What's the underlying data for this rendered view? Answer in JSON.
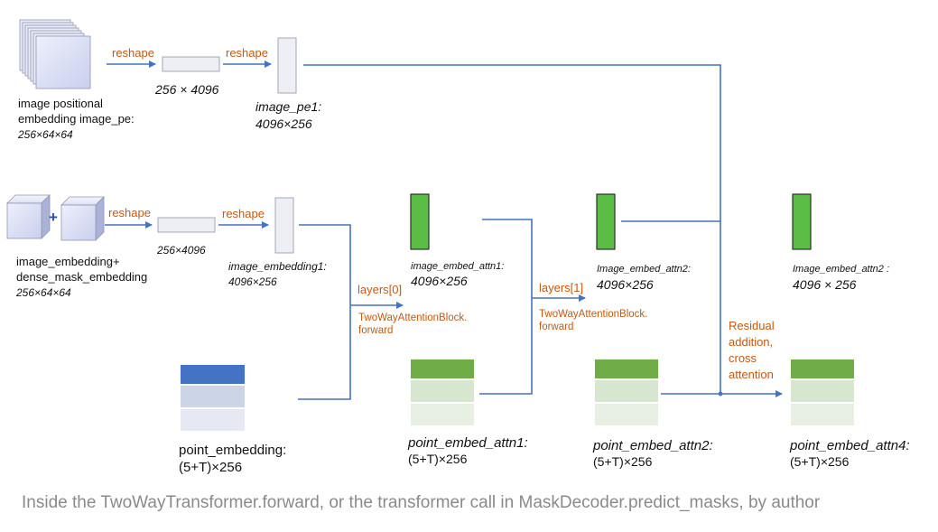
{
  "colors": {
    "connector": "#4472c4",
    "operation_text": "#c55a11",
    "attention_block": "#5bbd45",
    "point_embed_dark_blue": "#4472c4",
    "point_embed_mid_blue": "#ccd5e8",
    "point_embed_light_blue": "#e6e9f3",
    "point_embed_dark_green": "#70ad47",
    "point_embed_mid_green": "#d7e6ce",
    "point_embed_light_green": "#e8efe3",
    "caption_text": "#8a8a8a"
  },
  "top_row": {
    "pe_label_line1": "image positional",
    "pe_label_line2": "embedding  image_pe:",
    "pe_dims": "256×64×64",
    "reshape1": "reshape",
    "flat_dims": "256 × 4096",
    "reshape2": "reshape",
    "pe1_name": "image_pe1:",
    "pe1_dims": "4096×256"
  },
  "mid_row": {
    "embed_label_line1": "image_embedding+",
    "embed_label_line2": "dense_mask_embedding",
    "embed_dims": "256×64×64",
    "plus_icon": "+",
    "reshape1": "reshape",
    "flat_dims": "256×4096",
    "reshape2": "reshape",
    "emb1_name": "image_embedding1:",
    "emb1_dims": "4096×256"
  },
  "layer0": {
    "label": "layers[0]",
    "block_line1": "TwoWayAttentionBlock.",
    "block_line2": "forward"
  },
  "layer1": {
    "label": "layers[1]",
    "block_line1": "TwoWayAttentionBlock.",
    "block_line2": "forward"
  },
  "attn1": {
    "name": "image_embed_attn1:",
    "dims": "4096×256"
  },
  "attn2": {
    "name": "Image_embed_attn2:",
    "dims": "4096×256"
  },
  "attn_final": {
    "name": "Image_embed_attn2 :",
    "dims": "4096 × 256"
  },
  "residual": {
    "line1": "Residual",
    "line2": "addition,",
    "line3": "cross",
    "line4": "attention"
  },
  "point_embedding": {
    "name": "point_embedding:",
    "dims": "(5+T)×256"
  },
  "point_attn1": {
    "name": "point_embed_attn1:",
    "dims": "(5+T)×256"
  },
  "point_attn2": {
    "name": "point_embed_attn2:",
    "dims": "(5+T)×256"
  },
  "point_attn4": {
    "name": "point_embed_attn4:",
    "dims": "(5+T)×256"
  },
  "caption": "Inside the TwoWayTransformer.forward, or the transformer call in MaskDecoder.predict_masks, by author"
}
